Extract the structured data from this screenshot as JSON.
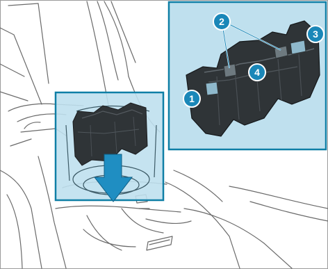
{
  "callouts": [
    {
      "number": "1"
    },
    {
      "number": "2"
    },
    {
      "number": "3"
    },
    {
      "number": "4"
    }
  ],
  "colors": {
    "highlight_fill": "#bfe0ee",
    "highlight_border": "#0f7fa6",
    "callout_fill": "#1a87b8",
    "arrow_fill": "#1f8ec2",
    "part_dark": "#2f3437",
    "line_art": "#6a6a6a",
    "frame": "#9a9a9a"
  }
}
